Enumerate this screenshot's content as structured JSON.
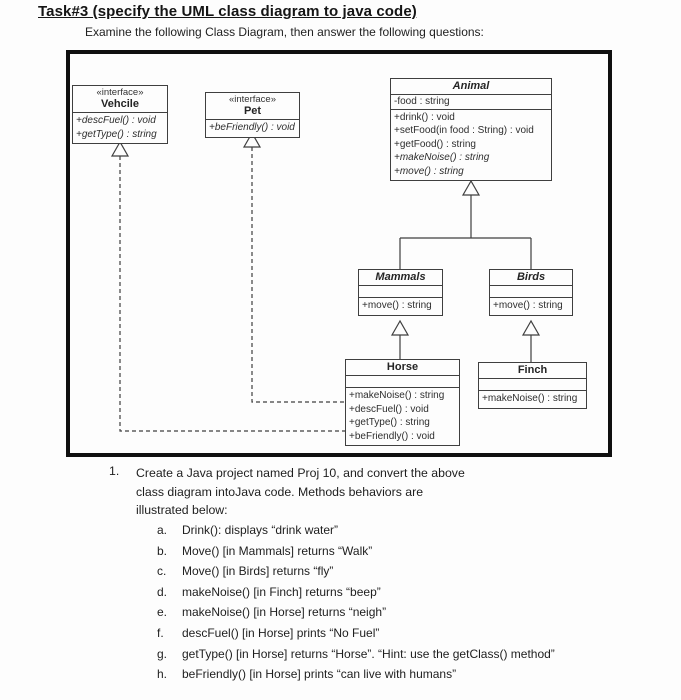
{
  "document": {
    "title": "Task#3 (specify the UML class diagram to java code)",
    "subtitle": "Examine the following Class Diagram, then answer the following questions:"
  },
  "diagram": {
    "classes": {
      "vehcile": {
        "stereotype": "«interface»",
        "name": "Vehcile",
        "methods": [
          "+descFuel() : void",
          "+getType() : string"
        ]
      },
      "pet": {
        "stereotype": "«interface»",
        "name": "Pet",
        "methods": [
          "+beFriendly() : void"
        ]
      },
      "animal": {
        "name": "Animal",
        "attributes": [
          "-food : string"
        ],
        "methods": [
          "+drink() : void",
          "+setFood(in food : String) : void",
          "+getFood() : string",
          "+makeNoise() : string",
          "+move() : string"
        ]
      },
      "mammals": {
        "name": "Mammals",
        "methods": [
          "+move() : string"
        ]
      },
      "birds": {
        "name": "Birds",
        "methods": [
          "+move() : string"
        ]
      },
      "horse": {
        "name": "Horse",
        "methods": [
          "+makeNoise() : string",
          "+descFuel() : void",
          "+getType() : string",
          "+beFriendly() : void"
        ]
      },
      "finch": {
        "name": "Finch",
        "methods": [
          "+makeNoise() : string"
        ]
      }
    }
  },
  "questions": {
    "number": "1.",
    "intro_lines": [
      "Create a Java project named Proj 10, and convert the above",
      "class diagram intoJava code. Methods behaviors are",
      "illustrated below:"
    ],
    "items": [
      {
        "letter": "a.",
        "text": "Drink(): displays “drink water”"
      },
      {
        "letter": "b.",
        "text": "Move() [in Mammals] returns “Walk”"
      },
      {
        "letter": "c.",
        "text": "Move() [in Birds] returns “fly”"
      },
      {
        "letter": "d.",
        "text": "makeNoise() [in Finch] returns “beep”"
      },
      {
        "letter": "e.",
        "text": "makeNoise() [in Horse] returns “neigh”"
      },
      {
        "letter": "f.",
        "text": "descFuel() [in Horse] prints “No Fuel”"
      },
      {
        "letter": "g.",
        "text": "getType() [in Horse] returns “Horse”. “Hint: use the getClass() method”"
      },
      {
        "letter": "h.",
        "text": "beFriendly() [in Horse] prints “can live with humans”"
      }
    ]
  }
}
